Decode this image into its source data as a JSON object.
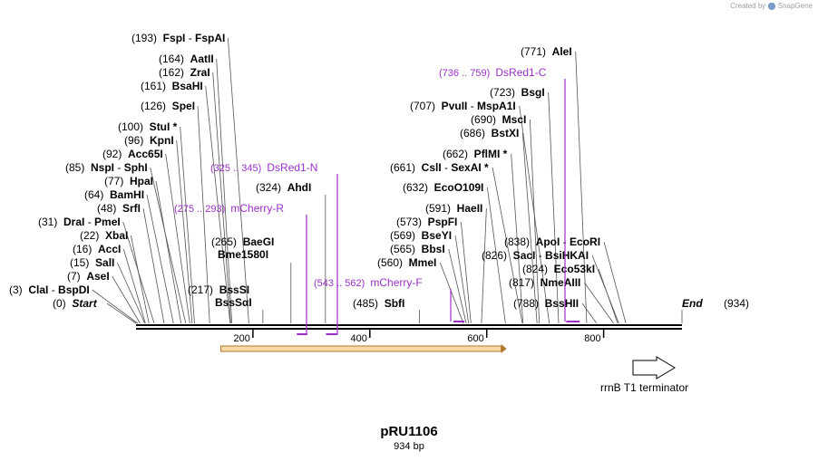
{
  "watermark": {
    "text": "Created by",
    "brand": "SnapGene"
  },
  "plasmid": {
    "name": "pRU1106",
    "length_label": "934 bp",
    "length": 934
  },
  "map": {
    "start_label": "Start",
    "start_pos": "(0)",
    "end_label": "End",
    "end_pos": "(934)",
    "ruler_ticks": [
      200,
      400,
      600,
      800
    ]
  },
  "colors": {
    "enzyme": "#000000",
    "primer": "#9b30c8",
    "feature_fill": "#f7d9a8",
    "feature_stroke": "#b07a2a",
    "terminator_fill": "#ffffff",
    "backbone": "#000000"
  },
  "left_enzymes": [
    {
      "pos": 193,
      "label": "(193)",
      "name": "FspI",
      "name2": "FspAI",
      "star": false
    },
    {
      "pos": 164,
      "label": "(164)",
      "name": "AatII",
      "name2": "",
      "star": false
    },
    {
      "pos": 162,
      "label": "(162)",
      "name": "ZraI",
      "name2": "",
      "star": false
    },
    {
      "pos": 161,
      "label": "(161)",
      "name": "BsaHI",
      "name2": "",
      "star": false
    },
    {
      "pos": 126,
      "label": "(126)",
      "name": "SpeI",
      "name2": "",
      "star": false
    },
    {
      "pos": 100,
      "label": "(100)",
      "name": "StuI",
      "name2": "",
      "star": true
    },
    {
      "pos": 96,
      "label": "(96)",
      "name": "KpnI",
      "name2": "",
      "star": false
    },
    {
      "pos": 92,
      "label": "(92)",
      "name": "Acc65I",
      "name2": "",
      "star": false
    },
    {
      "pos": 85,
      "label": "(85)",
      "name": "NspI",
      "name2": "SphI",
      "star": false
    },
    {
      "pos": 77,
      "label": "(77)",
      "name": "HpaI",
      "name2": "",
      "star": false
    },
    {
      "pos": 64,
      "label": "(64)",
      "name": "BamHI",
      "name2": "",
      "star": false
    },
    {
      "pos": 48,
      "label": "(48)",
      "name": "SrfI",
      "name2": "",
      "star": false
    },
    {
      "pos": 31,
      "label": "(31)",
      "name": "DraI",
      "name2": "PmeI",
      "star": false
    },
    {
      "pos": 22,
      "label": "(22)",
      "name": "XbaI",
      "name2": "",
      "star": false
    },
    {
      "pos": 16,
      "label": "(16)",
      "name": "AccI",
      "name2": "",
      "star": false
    },
    {
      "pos": 15,
      "label": "(15)",
      "name": "SalI",
      "name2": "",
      "star": false
    },
    {
      "pos": 7,
      "label": "(7)",
      "name": "AseI",
      "name2": "",
      "star": false
    },
    {
      "pos": 3,
      "label": "(3)",
      "name": "ClaI",
      "name2": "BspDI",
      "star": false
    }
  ],
  "mid_enzymes": [
    {
      "pos": 324,
      "label": "(324)",
      "name": "AhdI",
      "name2": "",
      "star": false
    },
    {
      "pos": 265,
      "label": "(265)",
      "name": "BaeGI",
      "name2": "",
      "star": false
    },
    {
      "pos": 265,
      "label": "",
      "name": "Bme1580I",
      "name2": "",
      "star": false
    },
    {
      "pos": 217,
      "label": "(217)",
      "name": "BssSI",
      "name2": "",
      "star": false
    },
    {
      "pos": 217,
      "label": "",
      "name": "BssSαI",
      "name2": "",
      "star": false
    },
    {
      "pos": 485,
      "label": "(485)",
      "name": "SbfI",
      "name2": "",
      "star": false
    }
  ],
  "right_enzymes": [
    {
      "pos": 771,
      "label": "(771)",
      "name": "AleI",
      "name2": "",
      "star": false
    },
    {
      "pos": 723,
      "label": "(723)",
      "name": "BsgI",
      "name2": "",
      "star": false
    },
    {
      "pos": 707,
      "label": "(707)",
      "name": "PvuII",
      "name2": "MspA1I",
      "star": false
    },
    {
      "pos": 690,
      "label": "(690)",
      "name": "MscI",
      "name2": "",
      "star": false
    },
    {
      "pos": 686,
      "label": "(686)",
      "name": "BstXI",
      "name2": "",
      "star": false
    },
    {
      "pos": 662,
      "label": "(662)",
      "name": "PflMI",
      "name2": "",
      "star": true
    },
    {
      "pos": 661,
      "label": "(661)",
      "name": "CslI",
      "name2": "SexAI",
      "star2": true
    },
    {
      "pos": 632,
      "label": "(632)",
      "name": "EcoO109I",
      "name2": "",
      "star": false
    },
    {
      "pos": 591,
      "label": "(591)",
      "name": "HaeII",
      "name2": "",
      "star": false
    },
    {
      "pos": 573,
      "label": "(573)",
      "name": "PspFI",
      "name2": "",
      "star": false
    },
    {
      "pos": 569,
      "label": "(569)",
      "name": "BseYI",
      "name2": "",
      "star": false
    },
    {
      "pos": 565,
      "label": "(565)",
      "name": "BbsI",
      "name2": "",
      "star": false
    },
    {
      "pos": 560,
      "label": "(560)",
      "name": "MmeI",
      "name2": "",
      "star": false
    }
  ],
  "far_right_enzymes": [
    {
      "pos": 838,
      "label": "(838)",
      "name": "ApoI",
      "name2": "EcoRI",
      "star": false
    },
    {
      "pos": 826,
      "label": "(826)",
      "name": "SacI",
      "name2": "BsiHKAI",
      "star": false
    },
    {
      "pos": 824,
      "label": "(824)",
      "name": "Eco53kI",
      "name2": "",
      "star": false
    },
    {
      "pos": 817,
      "label": "(817)",
      "name": "NmeAIII",
      "name2": "",
      "star": false
    },
    {
      "pos": 788,
      "label": "(788)",
      "name": "BssHII",
      "name2": "",
      "star": false
    }
  ],
  "primers": [
    {
      "range": "(736 .. 759)",
      "name": "DsRed1-C",
      "from": 736,
      "to": 759,
      "strand": "top"
    },
    {
      "range": "(325 .. 345)",
      "name": "DsRed1-N",
      "from": 325,
      "to": 345,
      "strand": "bottom"
    },
    {
      "range": "(275 .. 293)",
      "name": "mCherry-R",
      "from": 275,
      "to": 293,
      "strand": "bottom"
    },
    {
      "range": "(543 .. 562)",
      "name": "mCherry-F",
      "from": 543,
      "to": 562,
      "strand": "top"
    }
  ],
  "features": [
    {
      "name": "",
      "from": 145,
      "to": 634,
      "type": "orf"
    },
    {
      "name": "rrnB T1 terminator",
      "type": "terminator"
    }
  ]
}
